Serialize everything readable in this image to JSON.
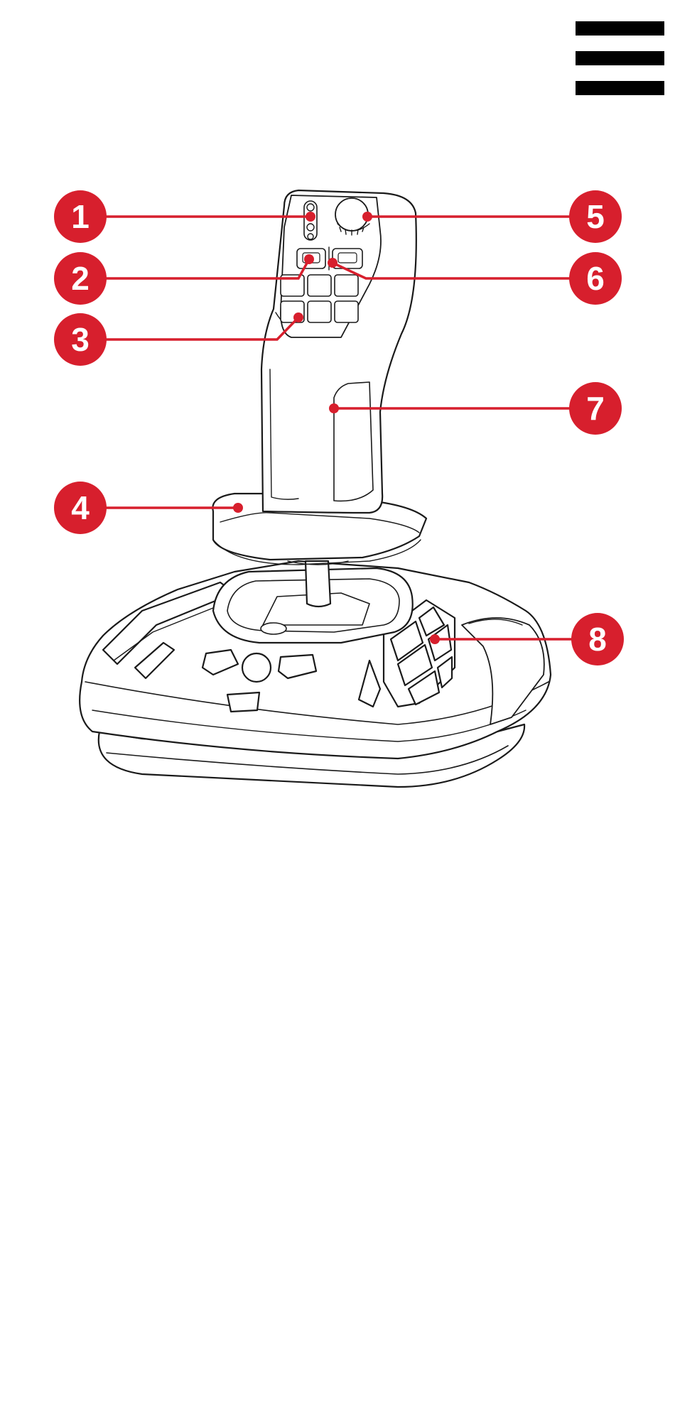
{
  "menu": {
    "icon": "hamburger-menu-icon"
  },
  "figure": {
    "subject": "joystick-line-drawing-icon"
  },
  "colors": {
    "callout": "#d71f2d",
    "line_art": "#1a1a1a",
    "background": "#ffffff"
  },
  "callouts": [
    {
      "id": "1",
      "label": "1"
    },
    {
      "id": "2",
      "label": "2"
    },
    {
      "id": "3",
      "label": "3"
    },
    {
      "id": "4",
      "label": "4"
    },
    {
      "id": "5",
      "label": "5"
    },
    {
      "id": "6",
      "label": "6"
    },
    {
      "id": "7",
      "label": "7"
    },
    {
      "id": "8",
      "label": "8"
    }
  ]
}
